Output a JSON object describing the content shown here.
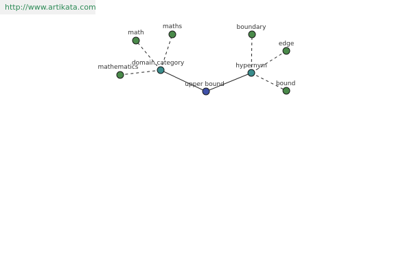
{
  "source": {
    "url": "http://www.artikata.com"
  },
  "colors": {
    "root": "#3f51a8",
    "intermediate": "#3a8c8c",
    "leaf": "#4a8a4a",
    "edge": "#222222",
    "node_stroke": "#1a1a1a",
    "link": "#2e8b57"
  },
  "graph": {
    "nodes": [
      {
        "id": "upper-bound",
        "label": "upper bound",
        "kind": "root"
      },
      {
        "id": "domain-category",
        "label": "domain category",
        "kind": "intermediate"
      },
      {
        "id": "hypernym",
        "label": "hypernym",
        "kind": "intermediate"
      },
      {
        "id": "math",
        "label": "math",
        "kind": "leaf"
      },
      {
        "id": "maths",
        "label": "maths",
        "kind": "leaf"
      },
      {
        "id": "mathematics",
        "label": "mathematics",
        "kind": "leaf"
      },
      {
        "id": "boundary",
        "label": "boundary",
        "kind": "leaf"
      },
      {
        "id": "edge",
        "label": "edge",
        "kind": "leaf"
      },
      {
        "id": "bound",
        "label": "bound",
        "kind": "leaf"
      }
    ],
    "edges": [
      {
        "from": "upper-bound",
        "to": "domain-category",
        "style": "solid"
      },
      {
        "from": "upper-bound",
        "to": "hypernym",
        "style": "solid"
      },
      {
        "from": "domain-category",
        "to": "math",
        "style": "dashed"
      },
      {
        "from": "domain-category",
        "to": "maths",
        "style": "dashed"
      },
      {
        "from": "domain-category",
        "to": "mathematics",
        "style": "dashed"
      },
      {
        "from": "hypernym",
        "to": "boundary",
        "style": "dashed"
      },
      {
        "from": "hypernym",
        "to": "edge",
        "style": "dashed"
      },
      {
        "from": "hypernym",
        "to": "bound",
        "style": "dashed"
      }
    ]
  }
}
